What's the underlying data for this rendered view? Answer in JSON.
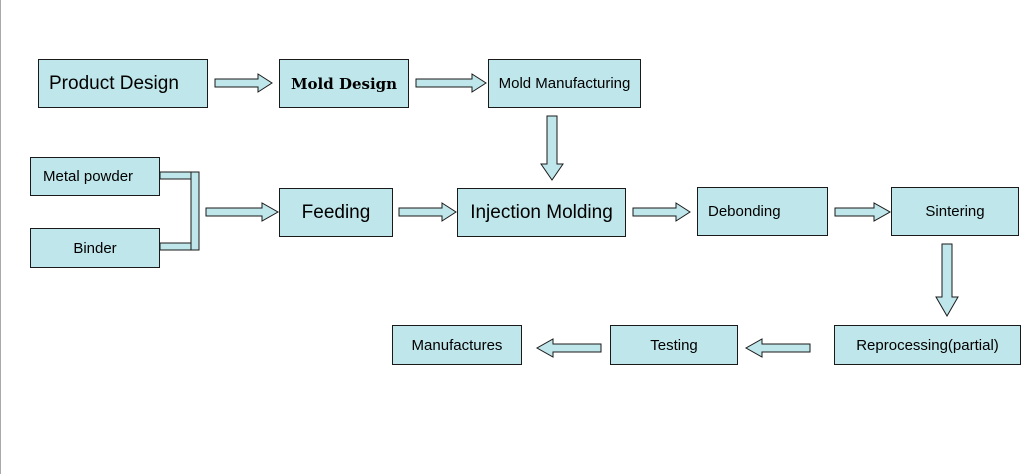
{
  "colors": {
    "box_fill": "#bfe6ea",
    "stroke": "#1a1a1a",
    "background": "#ffffff"
  },
  "nodes": {
    "product_design": "Product Design",
    "mold_design": "Mold Design",
    "mold_manufacturing": "Mold Manufacturing",
    "metal_powder": "Metal powder",
    "binder": "Binder",
    "feeding": "Feeding",
    "injection_molding": "Injection Molding",
    "debonding": "Debonding",
    "sintering": "Sintering",
    "reprocessing": "Reprocessing(partial)",
    "testing": "Testing",
    "manufactures": "Manufactures"
  },
  "edges": [
    [
      "product_design",
      "mold_design"
    ],
    [
      "mold_design",
      "mold_manufacturing"
    ],
    [
      "mold_manufacturing",
      "injection_molding"
    ],
    [
      "metal_powder",
      "feeding"
    ],
    [
      "binder",
      "feeding"
    ],
    [
      "feeding",
      "injection_molding"
    ],
    [
      "injection_molding",
      "debonding"
    ],
    [
      "debonding",
      "sintering"
    ],
    [
      "sintering",
      "reprocessing"
    ],
    [
      "reprocessing",
      "testing"
    ],
    [
      "testing",
      "manufactures"
    ]
  ]
}
